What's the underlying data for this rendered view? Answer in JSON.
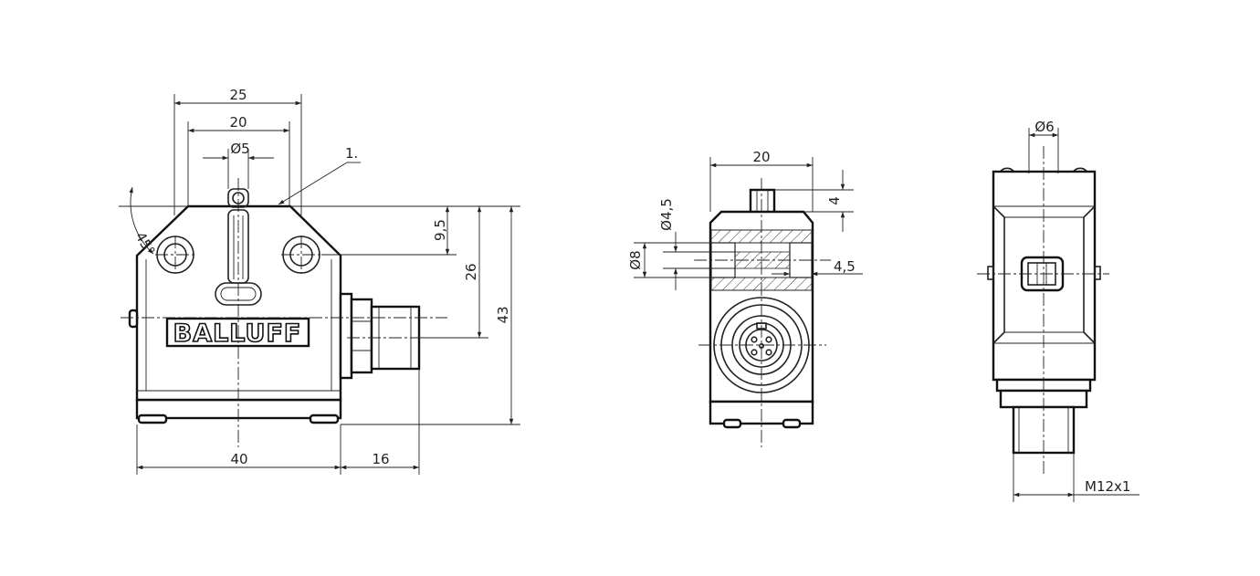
{
  "brand": {
    "logo_text": "BALLUFF"
  },
  "front_view": {
    "dimensions": {
      "width_top_outer": "25",
      "width_top_inner": "20",
      "plunger_diameter": "Ø5",
      "callout": "1.",
      "angle": "45°",
      "hole_offset": "9,5",
      "connector_height": "26",
      "total_height": "43",
      "base_width": "40",
      "connector_length": "16"
    }
  },
  "side_view": {
    "dimensions": {
      "width": "20",
      "plunger_height": "4",
      "hole_diameter_small": "Ø4,5",
      "hole_diameter_large": "Ø8",
      "hole_depth": "4,5"
    }
  },
  "rear_view": {
    "dimensions": {
      "plunger_diameter": "Ø6",
      "thread": "M12x1"
    }
  }
}
